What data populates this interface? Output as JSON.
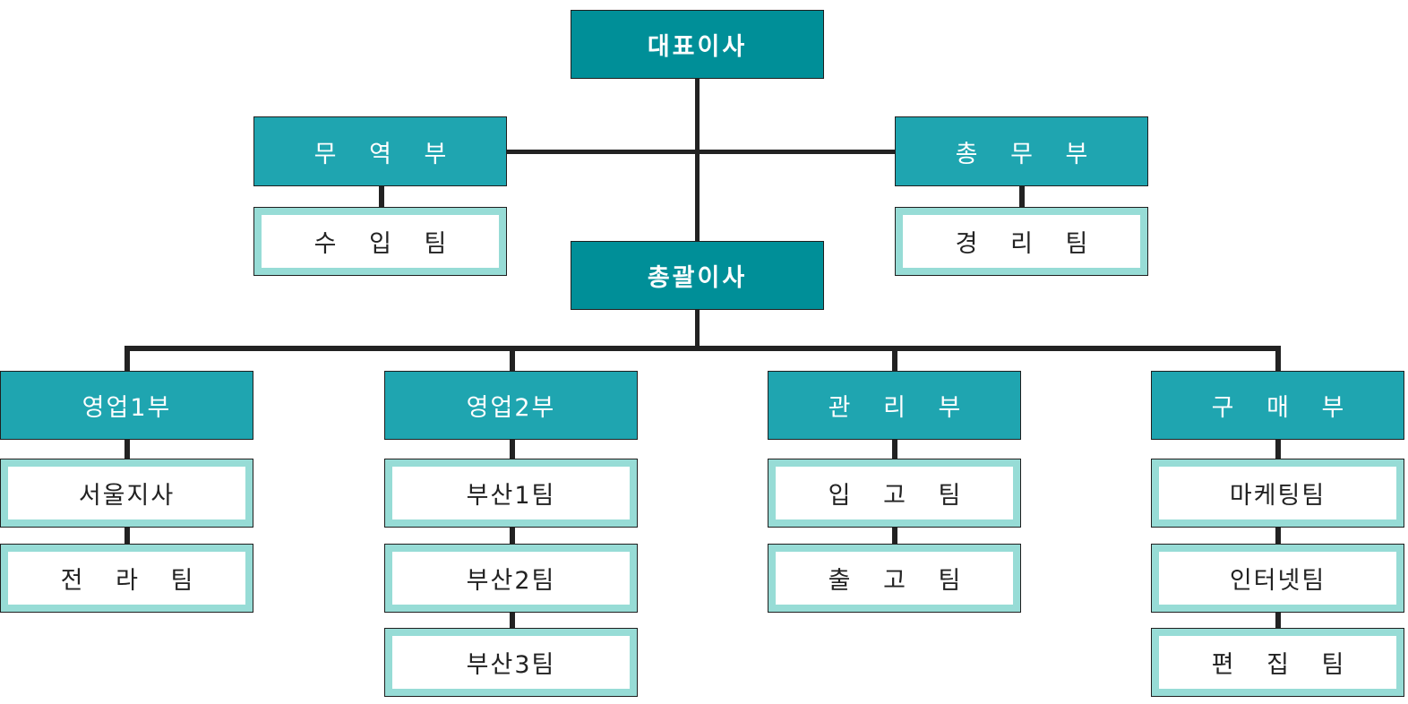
{
  "org_chart": {
    "ceo": "대표이사",
    "trade_dept": {
      "name": "무 역 부",
      "teams": [
        "수 입 팀"
      ]
    },
    "general_affairs_dept": {
      "name": "총 무 부",
      "teams": [
        "경 리 팀"
      ]
    },
    "coo": "총괄이사",
    "departments": [
      {
        "name": "영업1부",
        "teams": [
          "서울지사",
          "전 라 팀"
        ]
      },
      {
        "name": "영업2부",
        "teams": [
          "부산1팀",
          "부산2팀",
          "부산3팀"
        ]
      },
      {
        "name": "관 리 부",
        "teams": [
          "입 고 팀",
          "출 고 팀"
        ]
      },
      {
        "name": "구 매 부",
        "teams": [
          "마케팅팀",
          "인터넷팀",
          "편 집 팀"
        ]
      }
    ]
  },
  "colors": {
    "executive_fill": "#008f98",
    "department_fill": "#1fa5b0",
    "team_border": "#97dcd6",
    "connector": "#222222"
  }
}
